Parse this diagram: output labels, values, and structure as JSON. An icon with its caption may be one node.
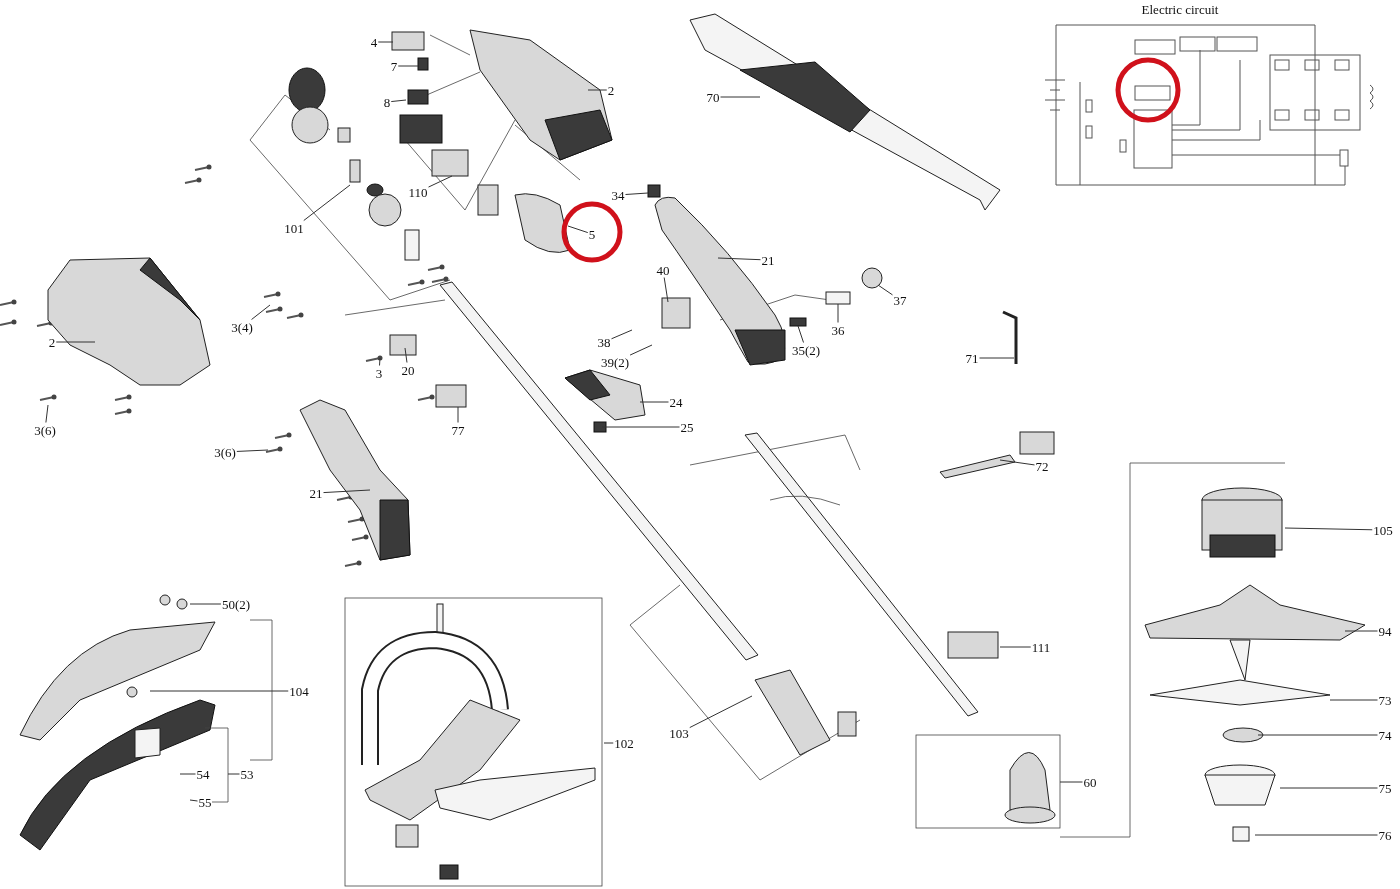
{
  "diagram": {
    "nodes": [
      {
        "text": [
          "4"
        ]
      },
      {
        "text": [
          "7"
        ]
      },
      {
        "text": [
          "8"
        ]
      },
      {
        "text": [
          "2"
        ]
      },
      {
        "text": [
          "70"
        ]
      },
      {
        "text": [
          "110"
        ]
      },
      {
        "text": [
          "5"
        ]
      },
      {
        "text": [
          "34"
        ]
      },
      {
        "text": [
          "101"
        ]
      },
      {
        "text": [
          "21"
        ]
      },
      {
        "text": [
          "40"
        ]
      },
      {
        "text": [
          "3(4)"
        ]
      },
      {
        "text": [
          "2"
        ]
      },
      {
        "text": [
          "37"
        ]
      },
      {
        "text": [
          "36"
        ]
      },
      {
        "text": [
          "38"
        ]
      },
      {
        "text": [
          "35(2)"
        ]
      },
      {
        "text": [
          "39(2)"
        ]
      },
      {
        "text": [
          "71"
        ]
      },
      {
        "text": [
          "3"
        ]
      },
      {
        "text": [
          "20"
        ]
      },
      {
        "text": [
          "24"
        ]
      },
      {
        "text": [
          "3(6)"
        ]
      },
      {
        "text": [
          "77"
        ]
      },
      {
        "text": [
          "25"
        ]
      },
      {
        "text": [
          "3(6)"
        ]
      },
      {
        "text": [
          "72"
        ]
      },
      {
        "text": [
          "21"
        ]
      },
      {
        "text": [
          "105"
        ]
      },
      {
        "text": [
          "50(2)"
        ]
      },
      {
        "text": [
          "94"
        ]
      },
      {
        "text": [
          "111"
        ]
      },
      {
        "text": [
          "104"
        ]
      },
      {
        "text": [
          "73"
        ]
      },
      {
        "text": [
          "103"
        ]
      },
      {
        "text": [
          "74"
        ]
      },
      {
        "text": [
          "102"
        ]
      },
      {
        "text": [
          "53"
        ]
      },
      {
        "text": [
          "54"
        ]
      },
      {
        "text": [
          "60"
        ]
      },
      {
        "text": [
          "75"
        ]
      },
      {
        "text": [
          "55"
        ]
      },
      {
        "text": [
          "76"
        ]
      }
    ],
    "edges": [
      {
        "from": 0,
        "to": null,
        "arrow": "none"
      },
      {
        "from": 1,
        "to": null,
        "arrow": "none"
      },
      {
        "from": 2,
        "to": null,
        "arrow": "none"
      },
      {
        "from": 3,
        "to": null,
        "arrow": "none"
      },
      {
        "from": 4,
        "to": null,
        "arrow": "none"
      },
      {
        "from": 5,
        "to": null,
        "arrow": "none"
      },
      {
        "from": 6,
        "to": null,
        "arrow": "none"
      },
      {
        "from": 7,
        "to": null,
        "arrow": "none"
      },
      {
        "from": 8,
        "to": null,
        "arrow": "none"
      },
      {
        "from": 9,
        "to": null,
        "arrow": "none"
      },
      {
        "from": 10,
        "to": null,
        "arrow": "none"
      },
      {
        "from": 11,
        "to": null,
        "arrow": "none"
      },
      {
        "from": 12,
        "to": null,
        "arrow": "none"
      },
      {
        "from": 13,
        "to": null,
        "arrow": "none"
      },
      {
        "from": 14,
        "to": null,
        "arrow": "none"
      },
      {
        "from": 15,
        "to": null,
        "arrow": "none"
      },
      {
        "from": 16,
        "to": null,
        "arrow": "none"
      },
      {
        "from": 17,
        "to": null,
        "arrow": "none"
      },
      {
        "from": 18,
        "to": null,
        "arrow": "none"
      },
      {
        "from": 19,
        "to": null,
        "arrow": "none"
      },
      {
        "from": 20,
        "to": null,
        "arrow": "none"
      },
      {
        "from": 21,
        "to": null,
        "arrow": "none"
      },
      {
        "from": 22,
        "to": null,
        "arrow": "none"
      },
      {
        "from": 23,
        "to": null,
        "arrow": "none"
      },
      {
        "from": 24,
        "to": null,
        "arrow": "none"
      },
      {
        "from": 25,
        "to": null,
        "arrow": "none"
      },
      {
        "from": 26,
        "to": null,
        "arrow": "none"
      },
      {
        "from": 27,
        "to": null,
        "arrow": "none"
      },
      {
        "from": 28,
        "to": null,
        "arrow": "none"
      },
      {
        "from": 29,
        "to": null,
        "arrow": "none"
      },
      {
        "from": 30,
        "to": null,
        "arrow": "none"
      },
      {
        "from": 31,
        "to": null,
        "arrow": "none"
      },
      {
        "from": 32,
        "to": null,
        "arrow": "none"
      },
      {
        "from": 33,
        "to": null,
        "arrow": "none"
      },
      {
        "from": 34,
        "to": null,
        "arrow": "none"
      },
      {
        "from": 35,
        "to": null,
        "arrow": "none"
      },
      {
        "from": 36,
        "to": null,
        "arrow": "none"
      },
      {
        "from": 37,
        "to": null,
        "arrow": "none"
      },
      {
        "from": 38,
        "to": null,
        "arrow": "none"
      },
      {
        "from": 39,
        "to": null,
        "arrow": "none"
      },
      {
        "from": 40,
        "to": null,
        "arrow": "none"
      },
      {
        "from": 41,
        "to": null,
        "arrow": "none"
      },
      {
        "from": 42,
        "to": null,
        "arrow": "none"
      }
    ],
    "labels": [
      "Electric circuit"
    ]
  }
}
